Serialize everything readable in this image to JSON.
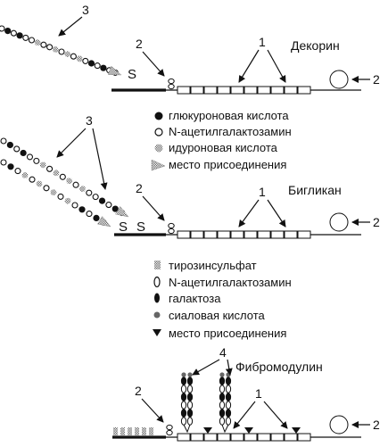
{
  "proteoglycans": [
    {
      "name": "Декорин"
    },
    {
      "name": "Бигликан"
    },
    {
      "name": "Фибромодулин"
    }
  ],
  "labels": {
    "one": "1",
    "two": "2",
    "three": "3",
    "four": "4",
    "s": "S"
  },
  "legend_gag": [
    {
      "symbol": "black-circle-icon",
      "text": "глюкуроновая кислота"
    },
    {
      "symbol": "open-circle-icon",
      "text": "N-ацетилгалактозамин"
    },
    {
      "symbol": "hatched-circle-icon",
      "text": "идуроновая кислота"
    },
    {
      "symbol": "hatched-triangle-icon",
      "text": "место присоединения"
    }
  ],
  "legend_oligo": [
    {
      "symbol": "hatched-square-icon",
      "text": "тирозинсульфат"
    },
    {
      "symbol": "open-oval-icon",
      "text": "N-ацетилгалактозамин"
    },
    {
      "symbol": "black-oval-icon",
      "text": "галактоза"
    },
    {
      "symbol": "gray-dot-icon",
      "text": "сиаловая кислота"
    },
    {
      "symbol": "down-triangle-icon",
      "text": "место присоединения"
    }
  ]
}
